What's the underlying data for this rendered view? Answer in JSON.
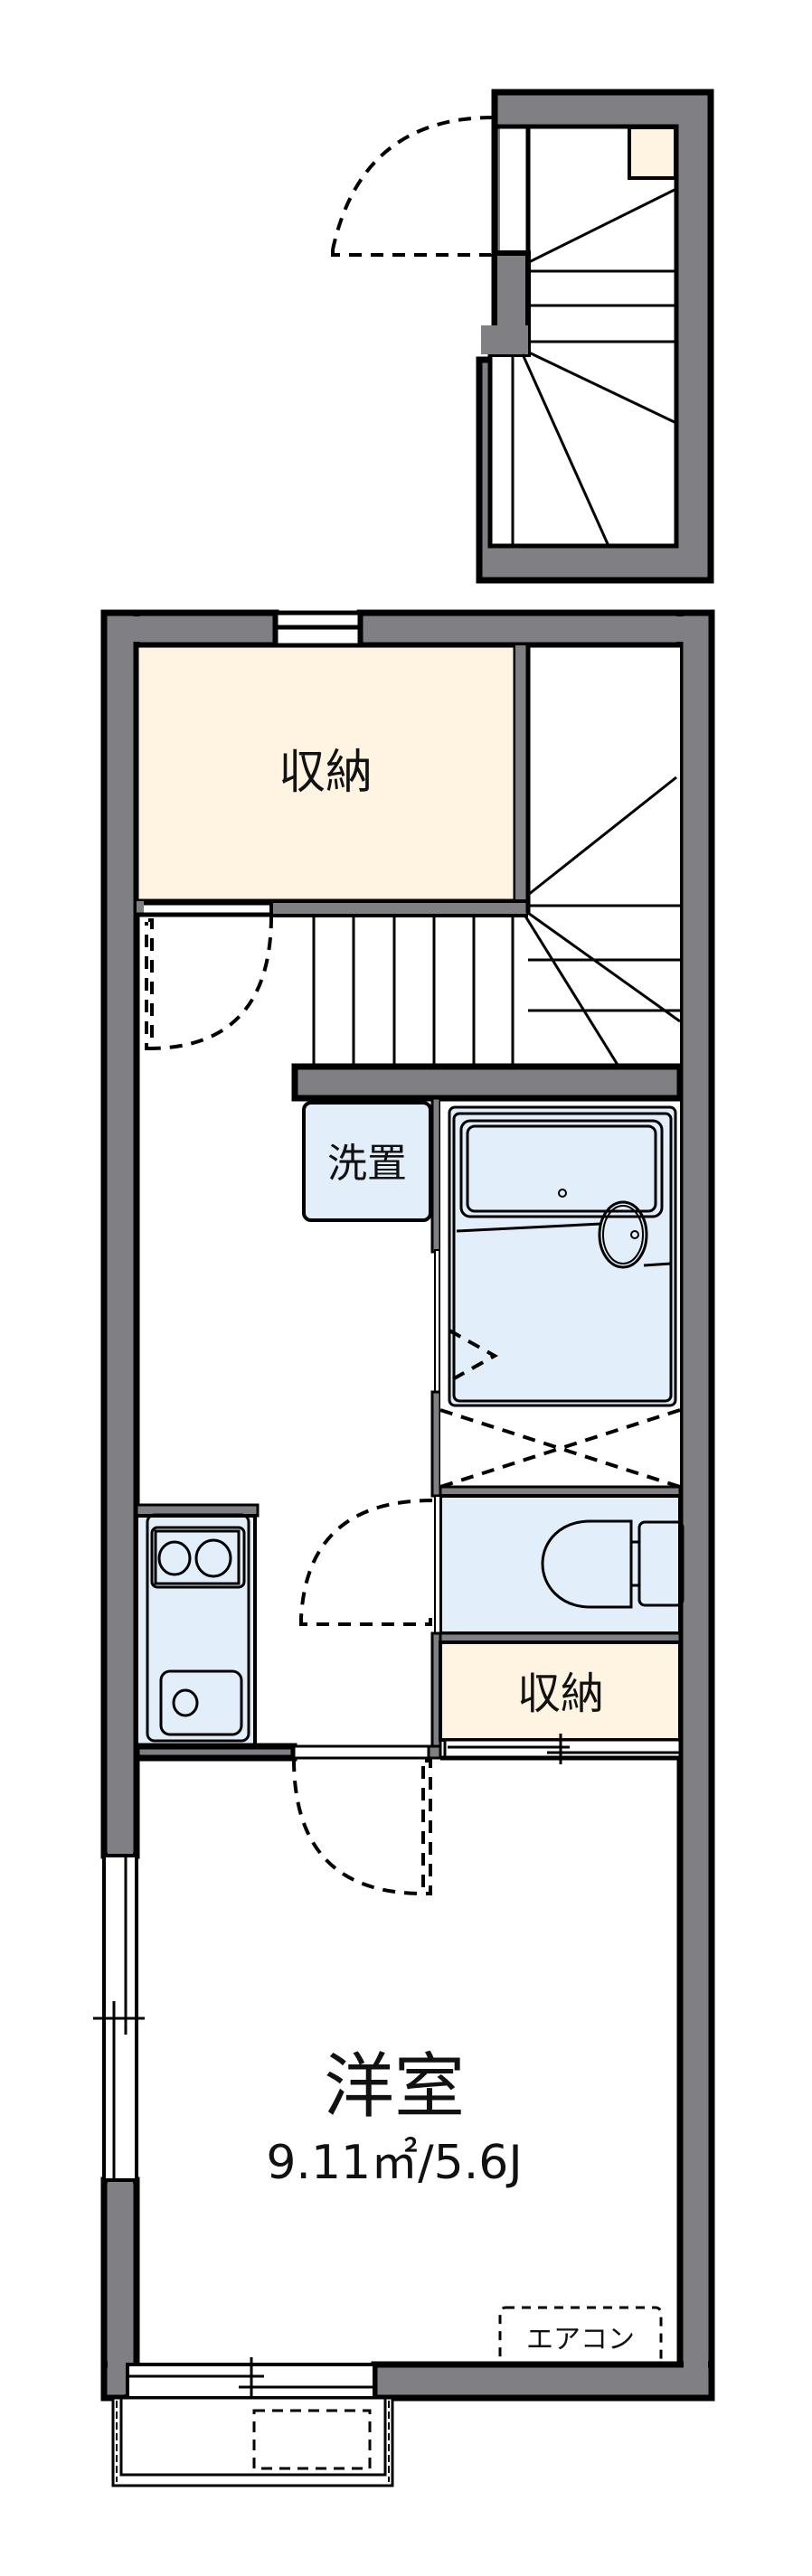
{
  "floorplan": {
    "colors": {
      "wall": "#808084",
      "storage_fill": "#FFF4E2",
      "wet_fill": "#E3EEFB",
      "background": "#FFFFFF",
      "line": "#000000"
    },
    "rooms": {
      "upper_storage": {
        "label": "収納"
      },
      "laundry": {
        "label": "洗置"
      },
      "lower_storage": {
        "label": "収納"
      },
      "western_room": {
        "label": "洋室",
        "area": "9.11㎡/5.6J"
      }
    },
    "fixtures": {
      "air_conditioner": {
        "label": "エアコン"
      },
      "kitchen": {
        "burners": 2,
        "sink": 1
      },
      "bathtub": {
        "type": "unit-bath"
      },
      "toilet": {
        "type": "western-toilet"
      }
    },
    "stairs": {
      "upper_flight": "winder-stair",
      "lower_flight": "straight-treads"
    }
  }
}
